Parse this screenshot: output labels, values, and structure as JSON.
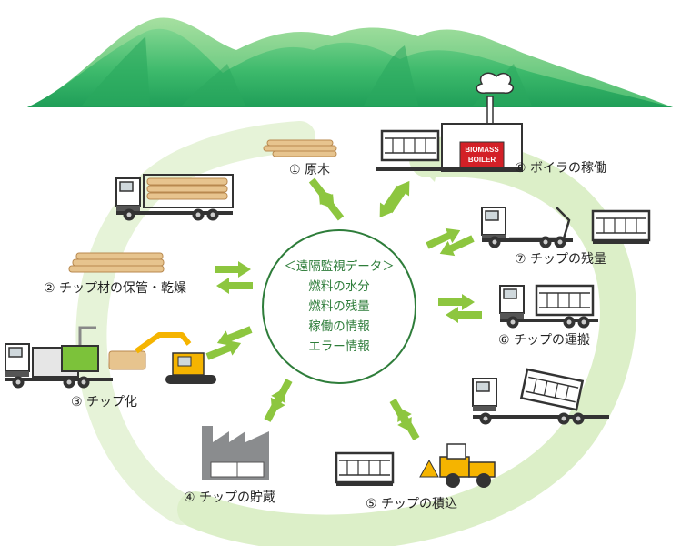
{
  "center": {
    "title": "＜遠隔監視データ＞",
    "items": [
      "燃料の水分",
      "燃料の残量",
      "稼働の情報",
      "エラー情報"
    ]
  },
  "stages": [
    {
      "id": "logs",
      "label": "① 原木"
    },
    {
      "id": "storage-drying",
      "label": "② チップ材の保管・乾燥"
    },
    {
      "id": "chipping",
      "label": "③ チップ化"
    },
    {
      "id": "warehouse",
      "label": "④ チップの貯蔵"
    },
    {
      "id": "loading",
      "label": "⑤ チップの積込"
    },
    {
      "id": "transport",
      "label": "⑥ チップの運搬"
    },
    {
      "id": "remaining",
      "label": "⑦ チップの残量"
    },
    {
      "id": "boiler",
      "label": "⑧ ボイラの稼働"
    }
  ],
  "boiler_sign": {
    "line1": "BIOMASS",
    "line2": "BOILER"
  },
  "colors": {
    "center_green": "#2e7d3a",
    "arrow_green": "#8dc63f",
    "cycle_green": "#d7ecc2",
    "mountain_green": "#3cb96b",
    "boiler_red": "#d32027",
    "excavator_yellow": "#f5b400",
    "chipper_green": "#7cc23a"
  },
  "icons": [
    "mountains",
    "log-pile",
    "log-truck",
    "wood-pile",
    "chipper-truck",
    "excavator",
    "factory",
    "container",
    "wheel-loader",
    "hooklift-truck",
    "flatbed-truck",
    "boiler-building"
  ]
}
